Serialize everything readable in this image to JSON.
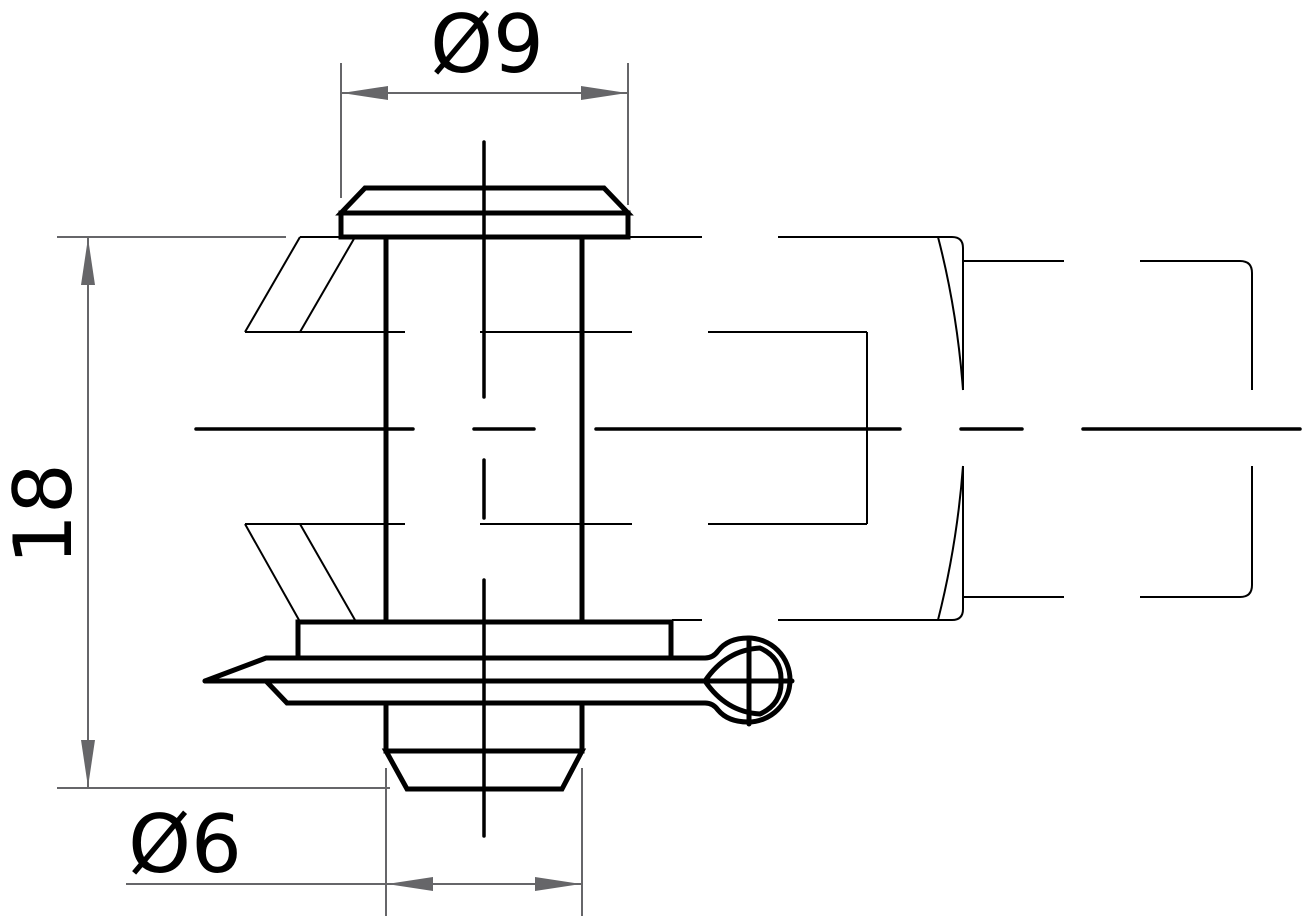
{
  "drawing": {
    "subject": "Clevis pin with washer and cotter pin in fork",
    "colors": {
      "outline": "#000000",
      "dimension": "#666669",
      "background": "#ffffff"
    },
    "dimensions": {
      "head_diameter": {
        "label": "Ø9",
        "value": 9,
        "type": "diameter"
      },
      "length": {
        "label": "18",
        "value": 18,
        "type": "linear",
        "orientation": "vertical"
      },
      "shaft_diameter": {
        "label": "Ø6",
        "value": 6,
        "type": "diameter"
      }
    },
    "components": [
      {
        "name": "pin-head",
        "label": "Clevis pin head"
      },
      {
        "name": "pin-shaft",
        "label": "Clevis pin shaft"
      },
      {
        "name": "washer",
        "label": "Washer"
      },
      {
        "name": "cotter-pin",
        "label": "Cotter pin"
      },
      {
        "name": "fork",
        "label": "Fork (hidden lines)"
      }
    ]
  }
}
